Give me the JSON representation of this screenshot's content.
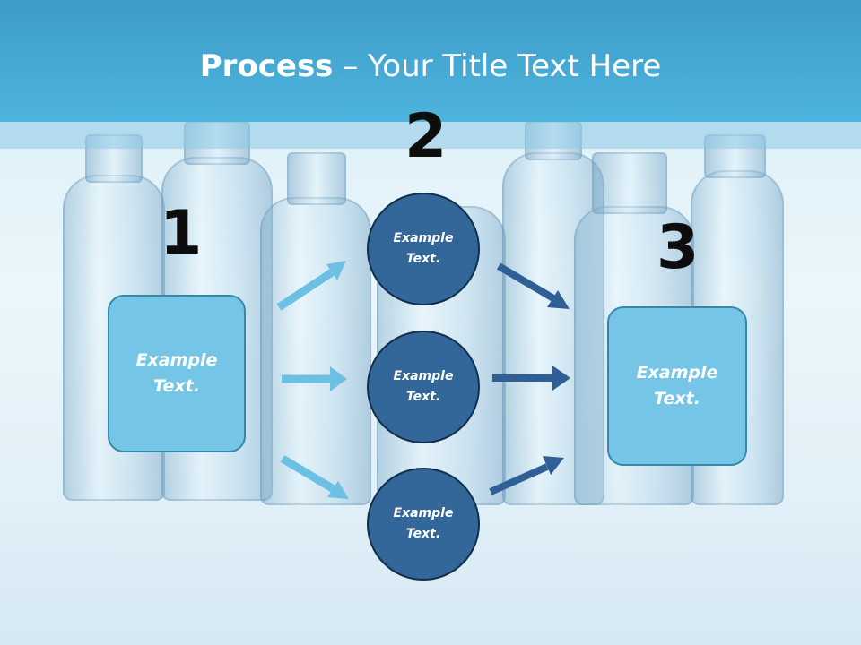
{
  "title": {
    "bold": "Process",
    "rest": " – Your Title Text Here"
  },
  "steps": {
    "one": "1",
    "two": "2",
    "three": "3"
  },
  "left_box": {
    "text": "Example Text."
  },
  "right_box": {
    "text": "Example Text."
  },
  "circles": [
    {
      "text": "Example Text."
    },
    {
      "text": "Example Text."
    },
    {
      "text": "Example Text."
    }
  ],
  "colors": {
    "header": "#4db4de",
    "box_fill": "#74c5e6",
    "circle_fill": "#336699",
    "arrow_light": "#6cc0e3",
    "arrow_dark": "#2f5f94"
  }
}
